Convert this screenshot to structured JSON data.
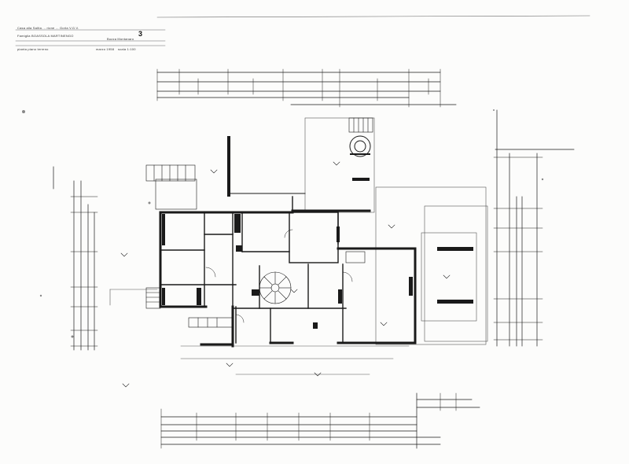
{
  "title_block": {
    "line1": "Casa alla Salita ... rione ... Gorla   V.G.V.",
    "client": "Famiglia BOASSOLA  MARTINENGO",
    "architect": "Bozza  Montanaro",
    "sheet_number": "3",
    "scale": "scala 1:100",
    "date": "marzo 1958",
    "drawing": "pianta piano terreno"
  },
  "colors": {
    "ink": "#1a1a1a",
    "paper": "#fcfcfb",
    "faint": "#9a9a9a"
  },
  "icons": [
    "north-symbol-icon",
    "spiral-stair-icon",
    "dimension-line-icon"
  ]
}
